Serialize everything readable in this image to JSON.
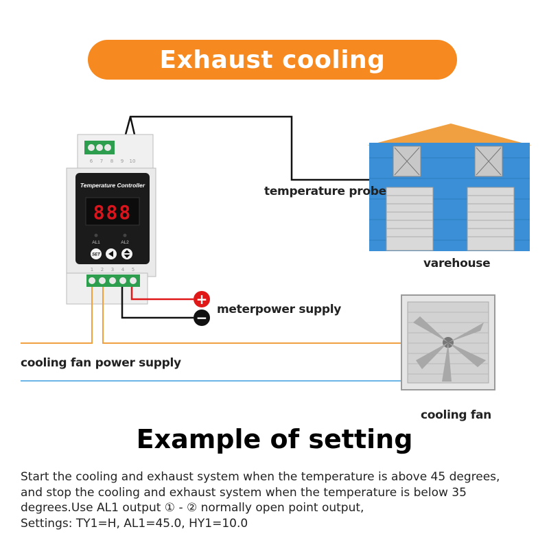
{
  "banner": {
    "title": "Exhaust cooling"
  },
  "controller": {
    "label": "Temperature Controller",
    "display": "888",
    "indicators": [
      "AL1",
      "AL2"
    ],
    "buttons": [
      "SET"
    ],
    "top_terminals": [
      "6",
      "7",
      "8",
      "9",
      "10"
    ],
    "bottom_terminals": [
      "1",
      "2",
      "3",
      "4",
      "5"
    ]
  },
  "labels": {
    "probe": "temperature probe",
    "warehouse": "varehouse",
    "meter_power": "meterpower supply",
    "fan_power": "cooling fan power supply",
    "fan": "cooling fan",
    "plus": "+",
    "minus": "−"
  },
  "setting": {
    "title": "Example of setting",
    "lines": [
      "Start the cooling and exhaust system when the temperature is above 45 degrees,",
      "and stop the cooling and exhaust system when the temperature is below 35",
      "degrees.Use AL1 output ① - ② normally open point output,",
      "Settings: TY1=H, AL1=45.0, HY1=10.0"
    ]
  },
  "colors": {
    "banner": "#f6891f",
    "orange_wire": "#f0a040",
    "blue_wire": "#6ab4e6",
    "red_wire": "#e01818",
    "black_wire": "#111111",
    "warehouse_wall": "#3a8fd6",
    "warehouse_roof": "#f0a040"
  }
}
